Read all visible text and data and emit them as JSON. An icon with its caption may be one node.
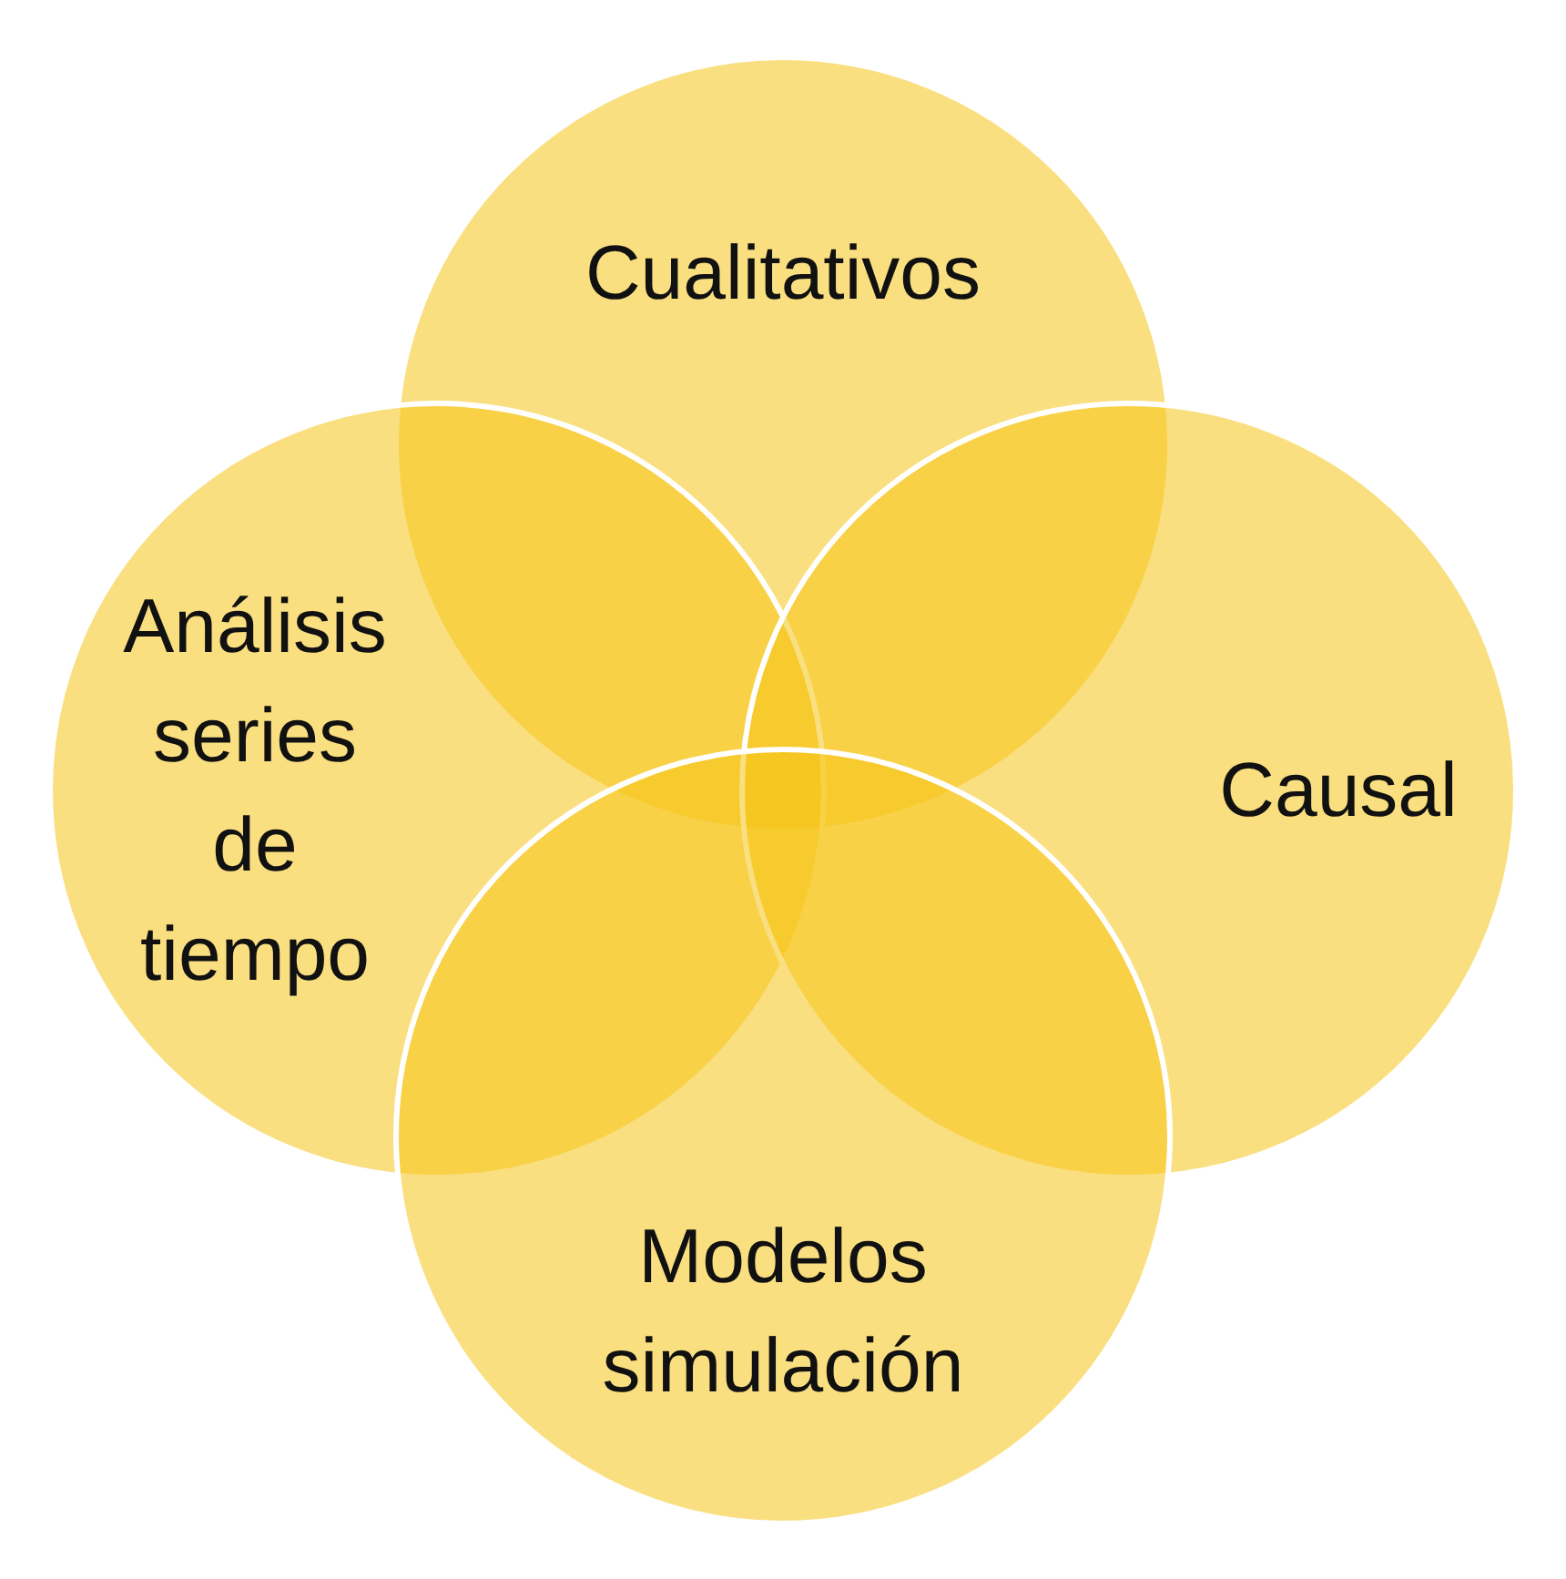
{
  "diagram": {
    "nodes": [
      {
        "text": [
          "Cualitativos"
        ]
      },
      {
        "text": [
          "Análisis series de tiempo"
        ]
      },
      {
        "text": [
          "Causal"
        ]
      },
      {
        "text": [
          "Modelos simulación"
        ]
      }
    ]
  }
}
